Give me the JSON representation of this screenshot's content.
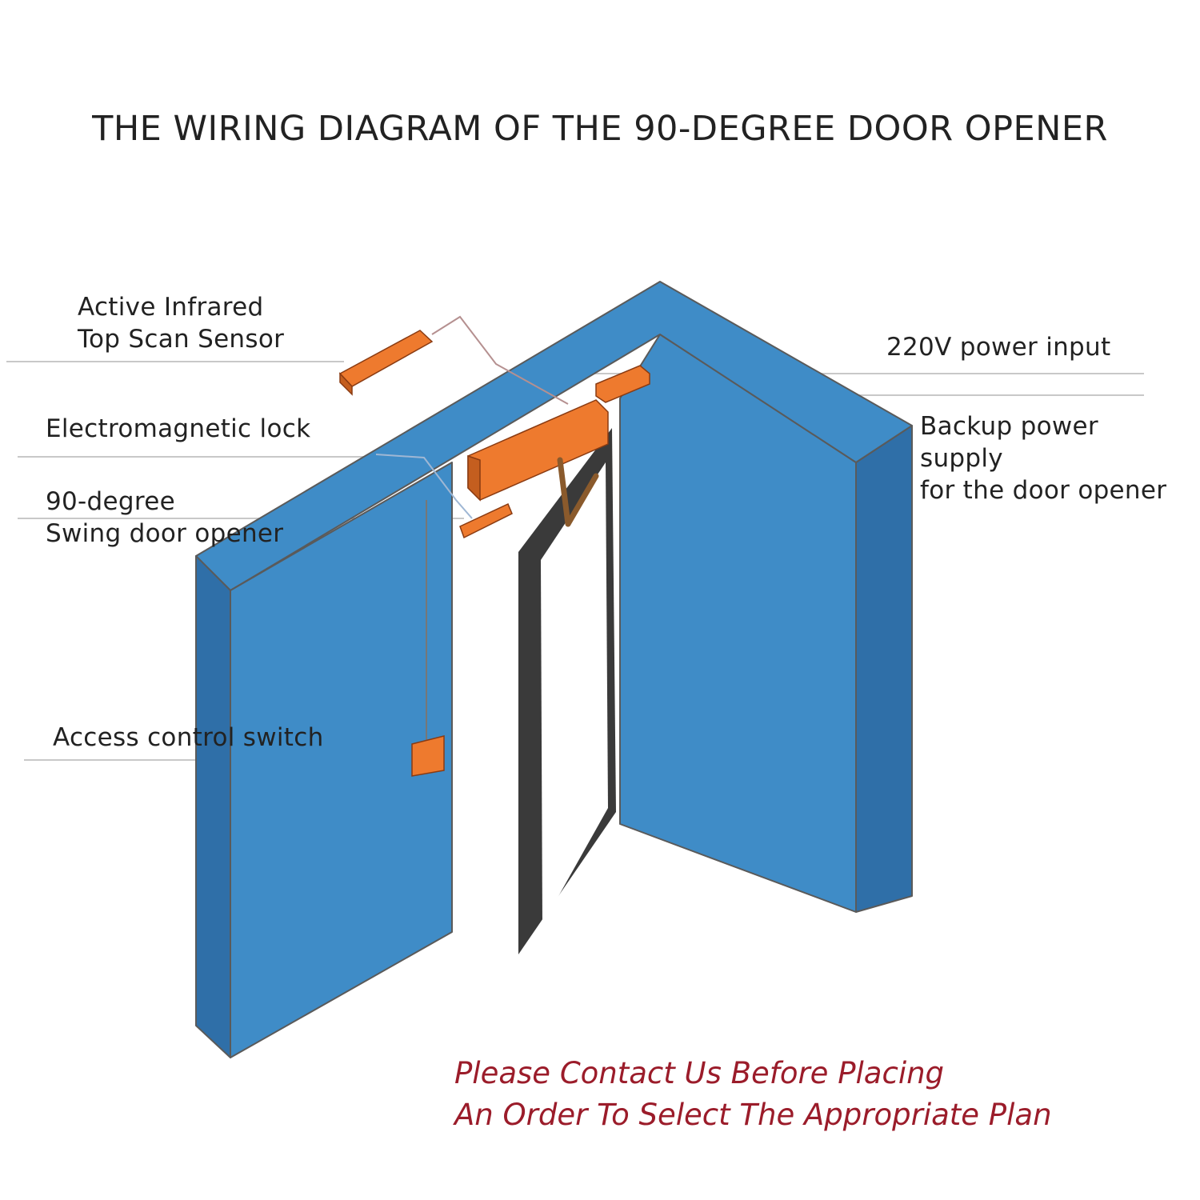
{
  "title": "THE WIRING DIAGRAM OF THE 90-DEGREE DOOR OPENER",
  "labels": {
    "infrared_sensor": "Active Infrared\nTop Scan Sensor",
    "em_lock": "Electromagnetic lock",
    "swing_opener": "90-degree\nSwing door opener",
    "access_switch": "Access control switch",
    "power_input": "220V power input",
    "backup_power": "Backup power\nsupply\nfor the door opener"
  },
  "footer": {
    "contact_note": "Please Contact Us Before Placing\nAn Order To Select The Appropriate Plan"
  },
  "colors": {
    "wall_face": "#3f8cc7",
    "wall_edge": "#2f6fa8",
    "wall_outline": "#5a5a5a",
    "device_orange": "#ee7a2e",
    "door_frame": "#3a3a3a",
    "accent": "#9b1c2a"
  }
}
